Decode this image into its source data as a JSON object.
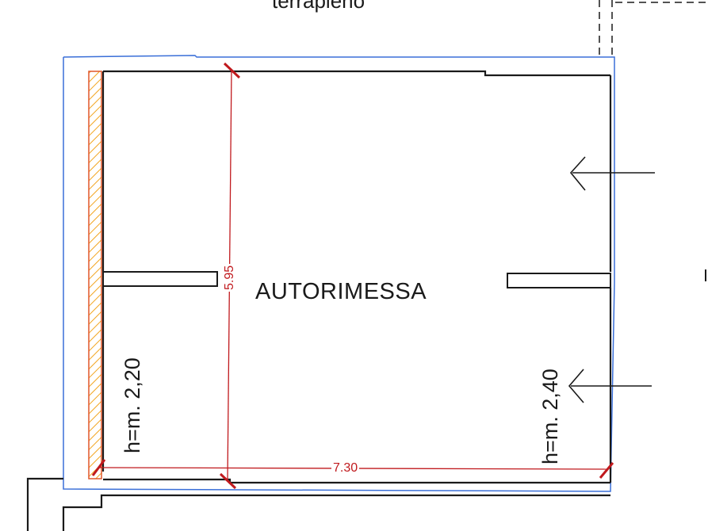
{
  "plan": {
    "room_name": "AUTORIMESSA",
    "top_label": "terrapieno",
    "height_left": "h=m. 2,20",
    "height_right": "h=m. 2,40",
    "dimension_width": "7.30",
    "dimension_height": "5.95"
  },
  "colors": {
    "wall_line": "#1a1a1a",
    "outline": "#3a6fd8",
    "dimension": "#c0191d",
    "hatch": "#f2a51f"
  },
  "icons": [
    "arrow-left-icon",
    "arrow-left-icon"
  ]
}
